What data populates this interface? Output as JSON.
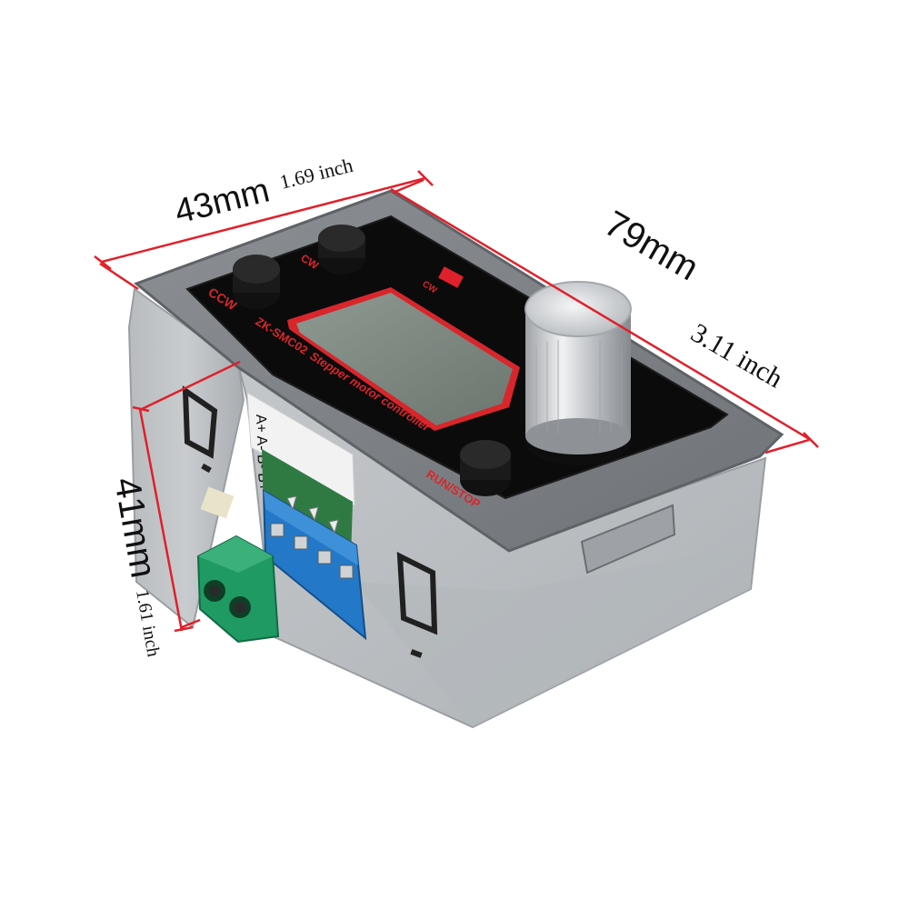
{
  "dimensions": {
    "width_mm": "43mm",
    "width_inch": "1.69 inch",
    "length_mm": "79mm",
    "length_inch": "3.11 inch",
    "height_mm": "41mm",
    "height_inch": "1.61 inch"
  },
  "panel": {
    "ccw_label": "CCW",
    "cw_label": "CW",
    "cw_indicator_label": "CW",
    "model": "ZK-SMC02",
    "product_name": "Stepper motor controller",
    "run_stop_label": "RUN/STOP"
  },
  "terminal": {
    "pin_labels": "A+ A- B- B+"
  },
  "colors": {
    "dimension_line": "#e0202a",
    "housing": "#8e9296",
    "panel": "#0b0b0c",
    "panel_text": "#d8262b",
    "lcd": "#7f8a83",
    "terminal_block": "#2378c8",
    "connector": "#1f9a63",
    "knob": "#c9ccd0"
  }
}
